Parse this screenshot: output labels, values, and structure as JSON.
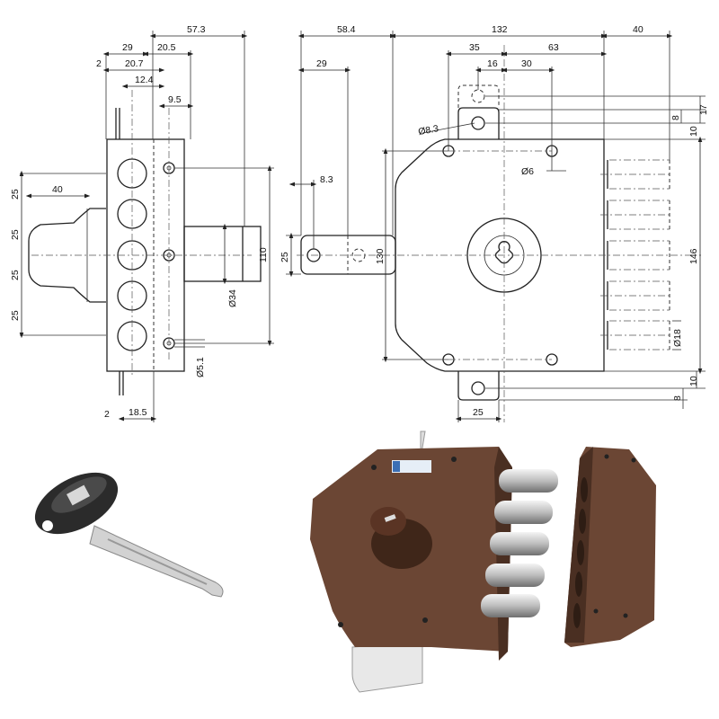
{
  "colors": {
    "line": "#222222",
    "lock_body": "#6e4a36",
    "lock_dark": "#4a3022",
    "bolt_steel": "#d8d8d8",
    "key_head": "#2a2a2a",
    "key_blade": "#cfcfcf"
  },
  "side_view": {
    "overall_depth": "57.3",
    "depth_29": "29",
    "depth_20_5": "20.5",
    "offset_2": "2",
    "depth_20_7": "20.7",
    "depth_12_4": "12.4",
    "depth_9_5": "9.5",
    "knob_length": "40",
    "bolt_pitch": [
      "25",
      "25",
      "25",
      "25"
    ],
    "screw_span": "110",
    "cylinder_dia": "Ø34",
    "screw_dia": "Ø5.1",
    "bottom_offset_2": "2",
    "bottom_18_5": "18.5"
  },
  "front_view": {
    "plate_length": "58.4",
    "body_width": "132",
    "bolt_throw": "40",
    "tab_35": "35",
    "tab_63": "63",
    "tab_16": "16",
    "tab_30": "30",
    "plate_hole_29": "29",
    "plate_hole_8_3": "8.3",
    "tab_hole_dia": "Ø8.3",
    "screw_hole_dia": "Ø6",
    "plate_height": "25",
    "screw_span": "130",
    "body_height": "146",
    "top_17": "17",
    "top_8": "8",
    "top_10": "10",
    "bottom_10": "10",
    "bottom_8": "8",
    "bottom_tab_width": "25",
    "bolt_dia": "Ø18"
  }
}
